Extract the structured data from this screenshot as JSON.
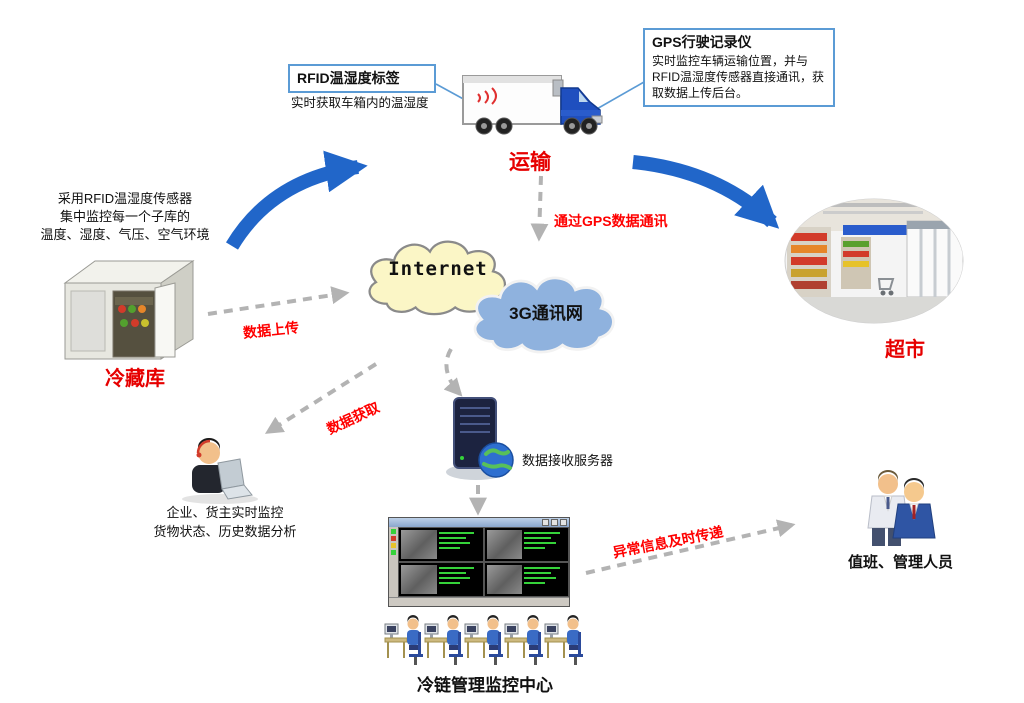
{
  "diagram": {
    "callouts": {
      "rfid": {
        "title": "RFID温湿度标签",
        "subtitle": "实时获取车箱内的温湿度"
      },
      "gps": {
        "title": "GPS行驶记录仪",
        "body": "实时监控车辆运输位置，并与RFID温湿度传感器直接通讯，获取数据上传后台。"
      }
    },
    "nodes": {
      "transport": {
        "label": "运输"
      },
      "cold_storage": {
        "label": "冷藏库",
        "note_lines": [
          "采用RFID温湿度传感器",
          "集中监控每一个子库的",
          "温度、湿度、气压、空气环境"
        ]
      },
      "internet_cloud": {
        "label": "Internet"
      },
      "g3_cloud": {
        "label": "3G通讯网"
      },
      "supermarket": {
        "label": "超市"
      },
      "server": {
        "label": "数据接收服务器"
      },
      "enterprise": {
        "lines": [
          "企业、货主实时监控",
          "货物状态、历史数据分析"
        ]
      },
      "monitoring_center": {
        "label": "冷链管理监控中心"
      },
      "staff": {
        "label": "值班、管理人员"
      }
    },
    "edge_labels": {
      "gps_comm": "通过GPS数据通讯",
      "data_upload": "数据上传",
      "data_fetch": "数据获取",
      "alert": "异常信息及时传递"
    },
    "colors": {
      "label_red": "#ff0000",
      "arrow_blue": "#2166c9",
      "dash_gray": "#b3b3b3",
      "callout_border": "#5b9bd5",
      "internet_cloud_fill": "#fbf6c6",
      "g3_cloud_fill": "#8fb2de"
    }
  }
}
